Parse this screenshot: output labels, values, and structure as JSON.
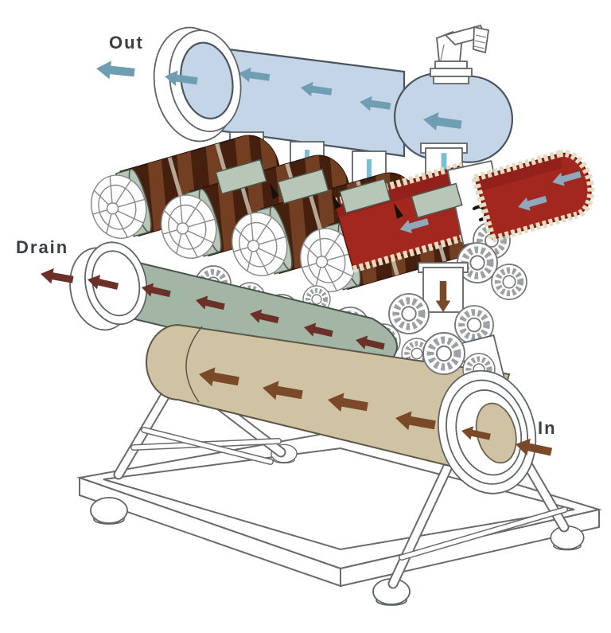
{
  "figure": {
    "alt": "Isometric cutaway illustration of a multi-station disc filter battery: water enters the bottom inlet manifold, passes up through disc filter units, exits through the top outlet manifold; one red filter station is being backflushed to the drain manifold."
  },
  "labels": {
    "out": "Out",
    "drain": "Drain",
    "in": "In"
  },
  "flows": {
    "out": {
      "label": "Out",
      "direction": "left",
      "arrow_color": "#6f9db2"
    },
    "drain": {
      "label": "Drain",
      "direction": "left",
      "arrow_color": "#6b3028"
    },
    "in": {
      "label": "In",
      "direction": "left",
      "arrow_color": "#7a4a28"
    }
  },
  "colors": {
    "label_text": "#3a3f44",
    "outlet_pipe": "#c3d5e7",
    "outlet_arrow": "#6f9db2",
    "riser_arrow": "#79bfd4",
    "filter_body_dark": "#46200f",
    "filter_body_stripe": "#7b4526",
    "filter_collar": "#b7c6b6",
    "filter_red": "#a1271f",
    "filter_disc_edge": "#e8dcc0",
    "red_inner_arrow": "#8fa8bc",
    "drain_pipe": "#a3b5a5",
    "drain_arrow": "#6b3028",
    "inlet_pipe": "#cfc3a3",
    "inlet_arrow": "#7a4a28",
    "frame_outline": "#6a6a6a"
  }
}
